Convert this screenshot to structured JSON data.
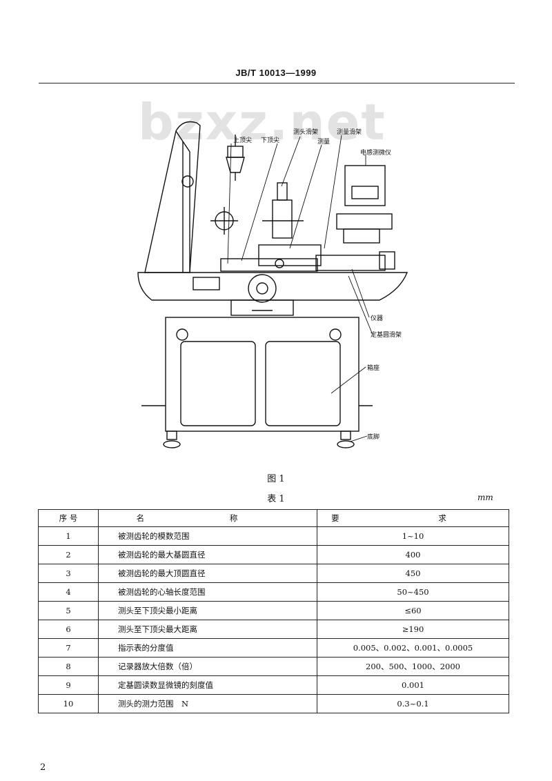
{
  "header": {
    "standard_code": "JB/T 10013—1999"
  },
  "watermark": "bzxz.net",
  "figure": {
    "labels": [
      "上顶尖",
      "下顶尖",
      "测头滑架",
      "测量滑架",
      "电感测微仪",
      "测量",
      "仪器",
      "定基圆滑架",
      "箱座",
      "底脚"
    ],
    "caption": "图 1"
  },
  "table": {
    "caption": "表 1",
    "unit": "mm",
    "headers": [
      "序 号",
      "名 称",
      "要 求"
    ],
    "rows": [
      {
        "no": "1",
        "name": "被测齿轮的模数范围",
        "req": "1~10"
      },
      {
        "no": "2",
        "name": "被测齿轮的最大基圆直径",
        "req": "400"
      },
      {
        "no": "3",
        "name": "被测齿轮的最大顶圆直径",
        "req": "450"
      },
      {
        "no": "4",
        "name": "被测齿轮的心轴长度范围",
        "req": "50~450"
      },
      {
        "no": "5",
        "name": "测头至下顶尖最小距离",
        "req": "≤60"
      },
      {
        "no": "6",
        "name": "测头至下顶尖最大距离",
        "req": "≥190"
      },
      {
        "no": "7",
        "name": "指示表的分度值",
        "req": "0.005、0.002、0.001、0.0005"
      },
      {
        "no": "8",
        "name": "记录器放大倍数（倍）",
        "req": "200、500、1000、2000"
      },
      {
        "no": "9",
        "name": "定基圆读数显微镜的刻度值",
        "req": "0.001"
      },
      {
        "no": "10",
        "name": "测头的测力范围　N",
        "req": "0.3~0.1"
      }
    ]
  },
  "page_number": "2"
}
